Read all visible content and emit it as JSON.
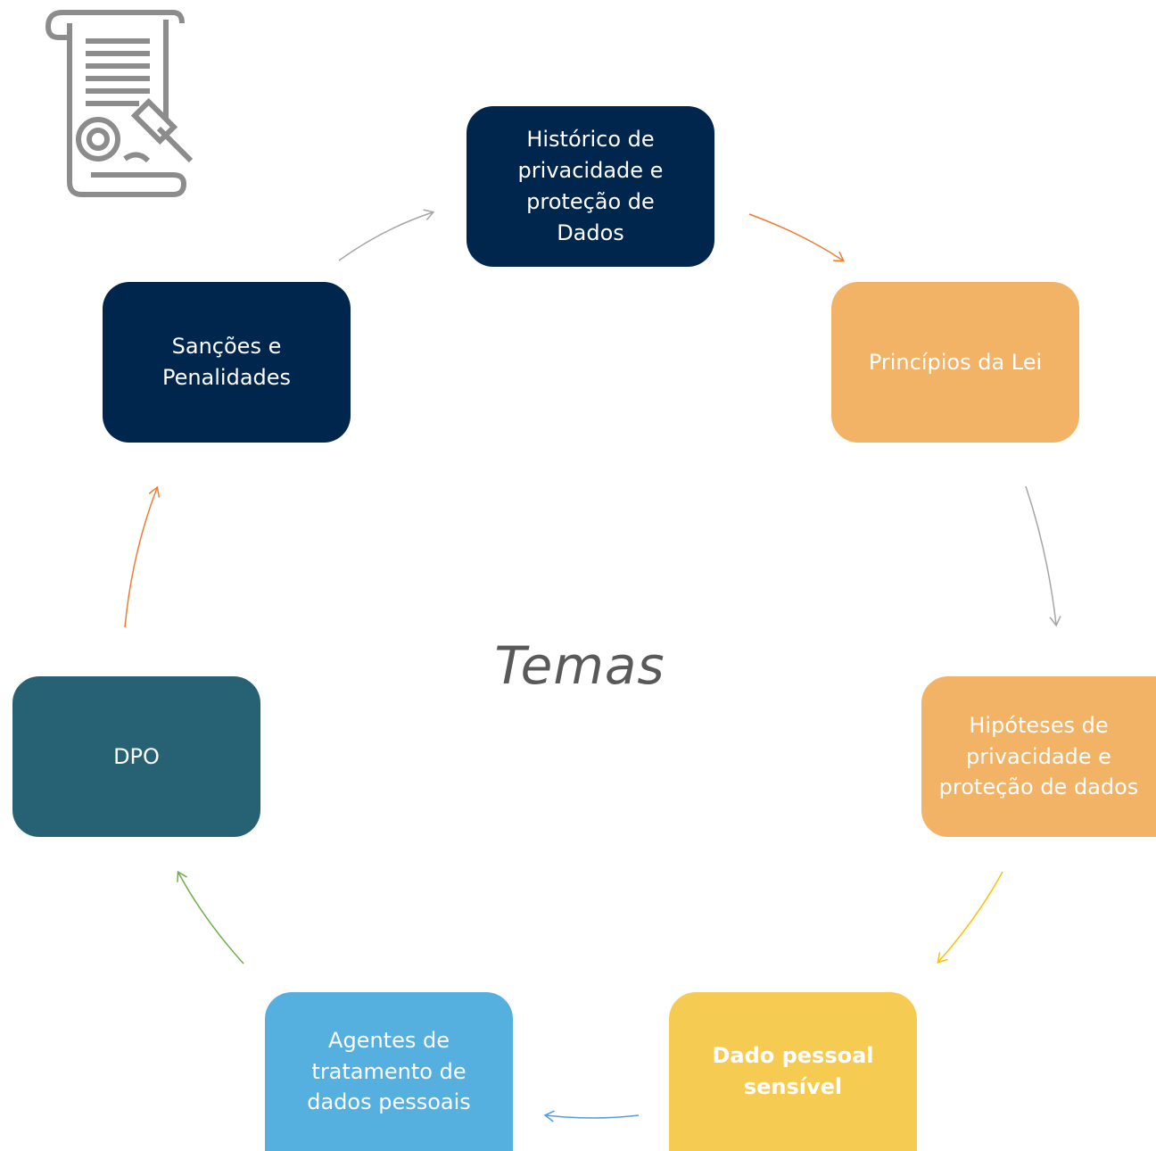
{
  "title": "Temas",
  "nodes": [
    {
      "id": "historico",
      "label": "Histórico de\nprivacidade e\nproteção de\nDados",
      "color": "#00264d"
    },
    {
      "id": "principios",
      "label": "Princípios da Lei",
      "color": "#f2b366"
    },
    {
      "id": "hipoteses",
      "label": "Hipóteses de\nprivacidade e\nproteção de dados",
      "color": "#f2b366"
    },
    {
      "id": "sensivel",
      "label": "Dado pessoal\nsensível",
      "color": "#f6cb52"
    },
    {
      "id": "agentes",
      "label": "Agentes de\ntratamento de\ndados pessoais",
      "color": "#55b0e0"
    },
    {
      "id": "dpo",
      "label": "DPO",
      "color": "#266273"
    },
    {
      "id": "sancoes",
      "label": "Sanções e\nPenalidades",
      "color": "#00264d"
    }
  ],
  "arrow_colors": {
    "historico_to_principios": "#ed7d31",
    "principios_to_hipoteses": "#a5a5a5",
    "hipoteses_to_sensivel": "#ffc000",
    "sensivel_to_agentes": "#5b9bd5",
    "agentes_to_dpo": "#70ad47",
    "dpo_to_sancoes": "#ed7d31",
    "sancoes_to_historico": "#a5a5a5"
  },
  "icon": "legal-document-gavel-icon"
}
